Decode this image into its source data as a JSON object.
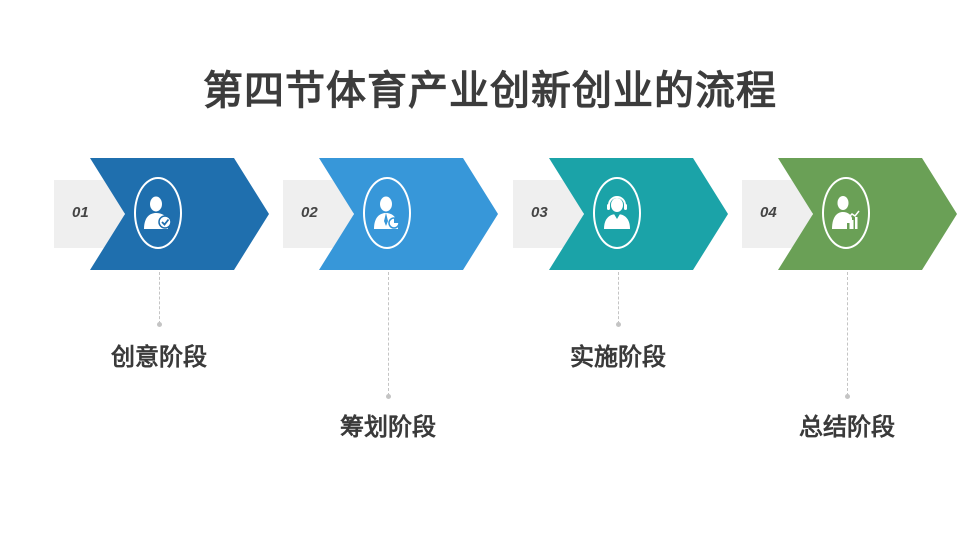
{
  "title": "第四节体育产业创新创业的流程",
  "steps": [
    {
      "number": "01",
      "label": "创意阶段",
      "color": "#1f6fae",
      "icon": "user-check-icon"
    },
    {
      "number": "02",
      "label": "筹划阶段",
      "color": "#3797d9",
      "icon": "business-chart-icon"
    },
    {
      "number": "03",
      "label": "实施阶段",
      "color": "#1ba3a8",
      "icon": "headset-operator-icon"
    },
    {
      "number": "04",
      "label": "总结阶段",
      "color": "#6aa056",
      "icon": "growth-chart-icon"
    }
  ]
}
